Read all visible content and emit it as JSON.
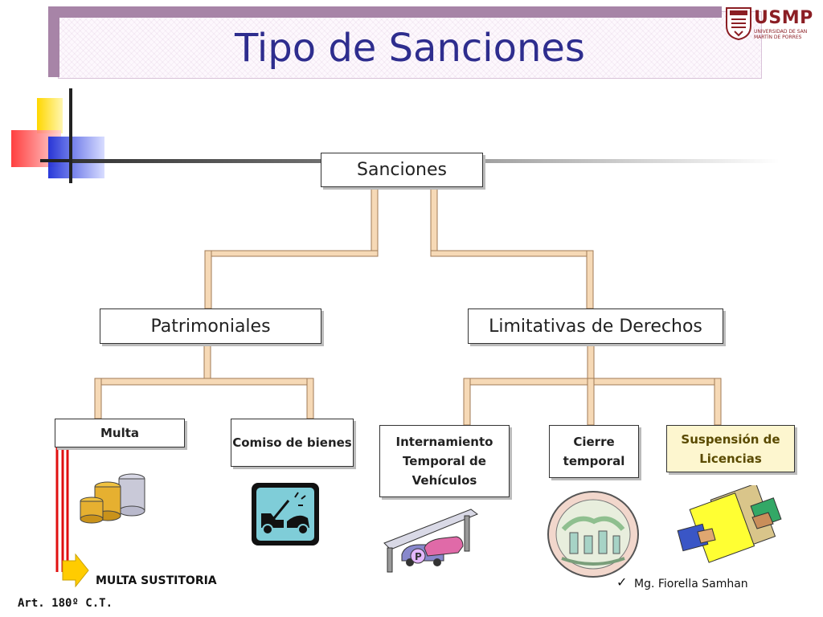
{
  "title": "Tipo de Sanciones",
  "logo": {
    "name": "USMP",
    "subtitle": "UNIVERSIDAD DE SAN MARTÍN DE PORRES"
  },
  "root": "Sanciones",
  "level1": [
    "Patrimoniales",
    "Limitativas de Derechos"
  ],
  "patrimoniales": [
    "Multa",
    "Comiso de bienes"
  ],
  "limitativas": [
    "Internamiento Temporal de Vehículos",
    "Cierre temporal",
    "Suspensión de Licencias"
  ],
  "multa_sustitutoria": "MULTA SUSTITORIA",
  "article": "Art. 180º C.T.",
  "credit": "Mg. Fiorella Samhan",
  "colors": {
    "title": "#2e2d8e",
    "connector": "#f3c99a",
    "banner": "#a784a7",
    "logo": "#8b1e24"
  }
}
